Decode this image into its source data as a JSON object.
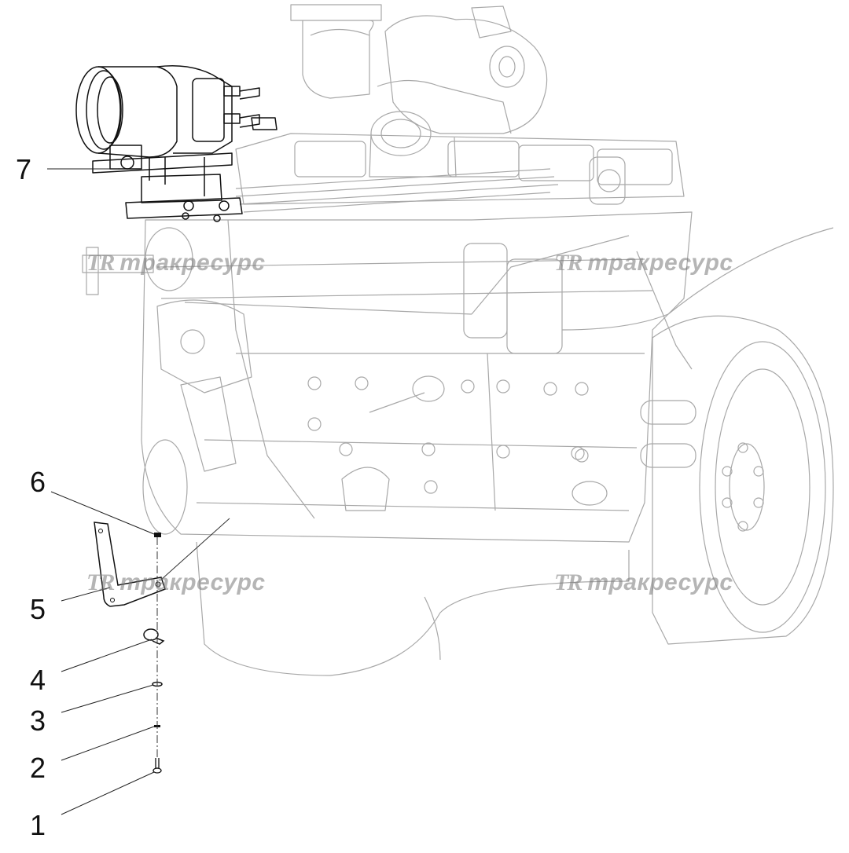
{
  "callouts": [
    {
      "id": "1",
      "label": "1"
    },
    {
      "id": "2",
      "label": "2"
    },
    {
      "id": "3",
      "label": "3"
    },
    {
      "id": "4",
      "label": "4"
    },
    {
      "id": "5",
      "label": "5"
    },
    {
      "id": "6",
      "label": "6"
    },
    {
      "id": "7",
      "label": "7"
    }
  ],
  "watermark": {
    "logo": "TR",
    "text": "тракресурс"
  },
  "colors": {
    "engine_line": "#9a9a9a",
    "part_line": "#111111",
    "leader_line": "#222222",
    "watermark": "#8a8a8a"
  }
}
